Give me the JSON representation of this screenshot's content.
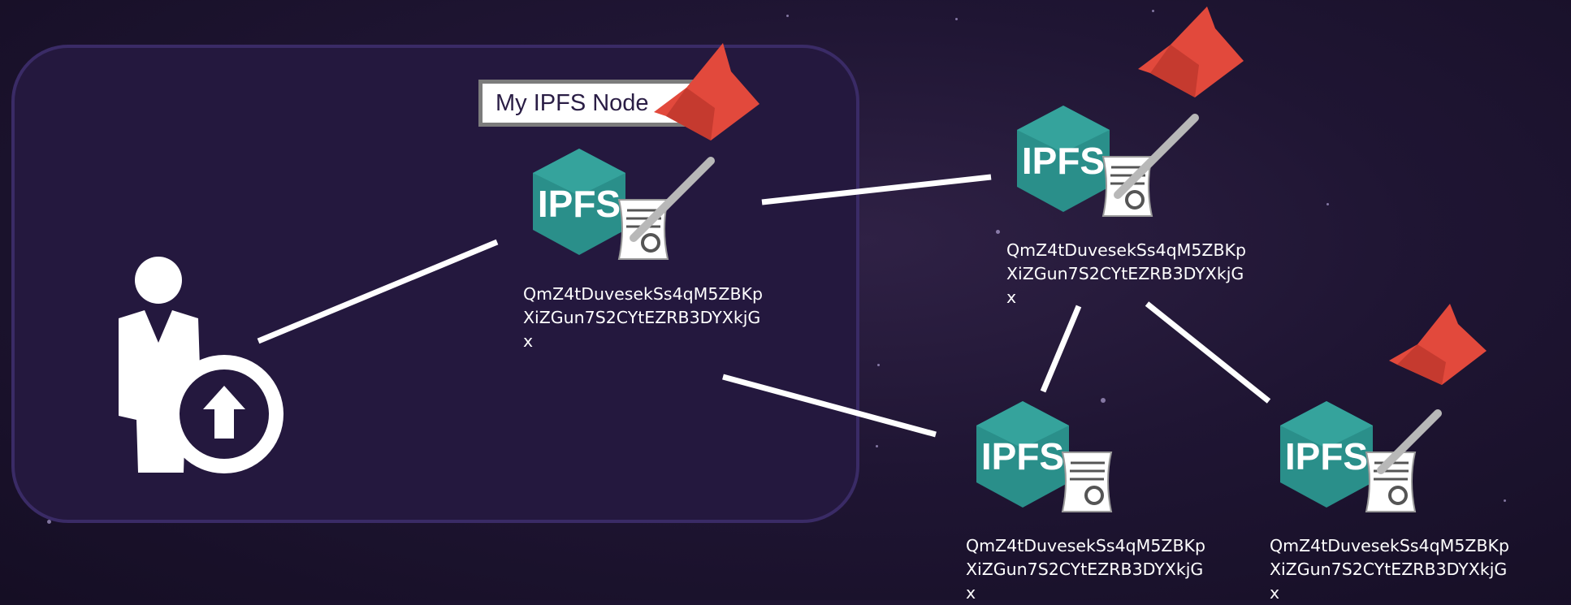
{
  "local_node_label": "My IPFS Node",
  "icon_text": "IPFS",
  "nodes": [
    {
      "id": "local",
      "pinned": true,
      "cid_lines": [
        "QmZ4tDuvesekSs4qM5ZBKp",
        "XiZGun7S2CYtEZRB3DYXkjG",
        "x"
      ]
    },
    {
      "id": "peer-a",
      "pinned": true,
      "cid_lines": [
        "QmZ4tDuvesekSs4qM5ZBKp",
        "XiZGun7S2CYtEZRB3DYXkjG",
        "x"
      ]
    },
    {
      "id": "peer-b",
      "pinned": false,
      "cid_lines": [
        "QmZ4tDuvesekSs4qM5ZBKp",
        "XiZGun7S2CYtEZRB3DYXkjG",
        "x"
      ]
    },
    {
      "id": "peer-c",
      "pinned": true,
      "cid_lines": [
        "QmZ4tDuvesekSs4qM5ZBKp",
        "XiZGun7S2CYtEZRB3DYXkjG",
        "x"
      ]
    }
  ],
  "colors": {
    "hexagon": "#2a8f8a",
    "pin_head": "#e2493c",
    "link": "#ffffff",
    "box_fill": "#24183e",
    "box_border": "#3a2b66"
  },
  "icons": [
    "user-upload-icon",
    "ipfs-hexagon-icon",
    "document-scroll-icon",
    "push-pin-icon"
  ]
}
